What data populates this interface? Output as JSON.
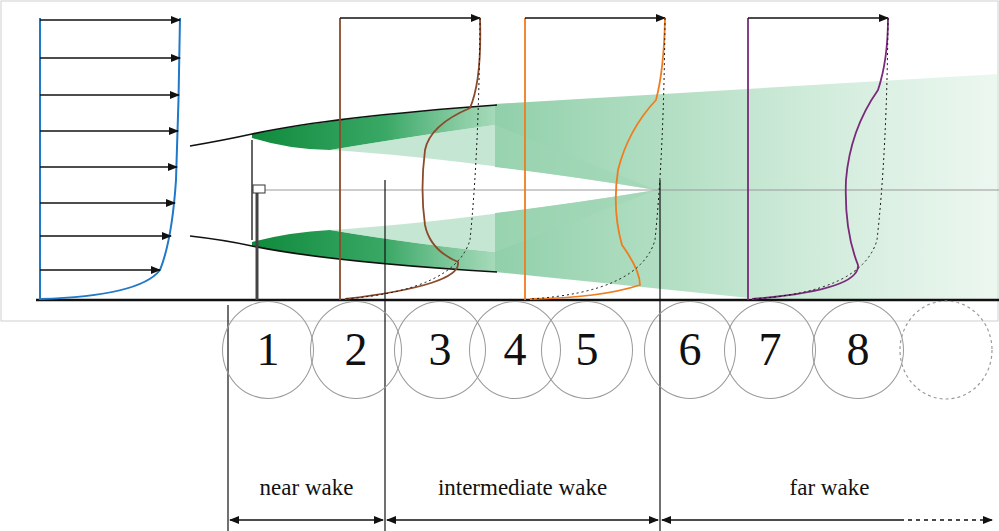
{
  "diagram": {
    "nodes": [
      {
        "text": [
          "1"
        ]
      },
      {
        "text": [
          "2"
        ]
      },
      {
        "text": [
          "3"
        ]
      },
      {
        "text": [
          "4"
        ]
      },
      {
        "text": [
          "5"
        ]
      },
      {
        "text": [
          "6"
        ]
      },
      {
        "text": [
          "7"
        ]
      },
      {
        "text": [
          "8"
        ]
      }
    ],
    "labels": [
      "near wake",
      "intermediate wake",
      "far wake"
    ]
  }
}
